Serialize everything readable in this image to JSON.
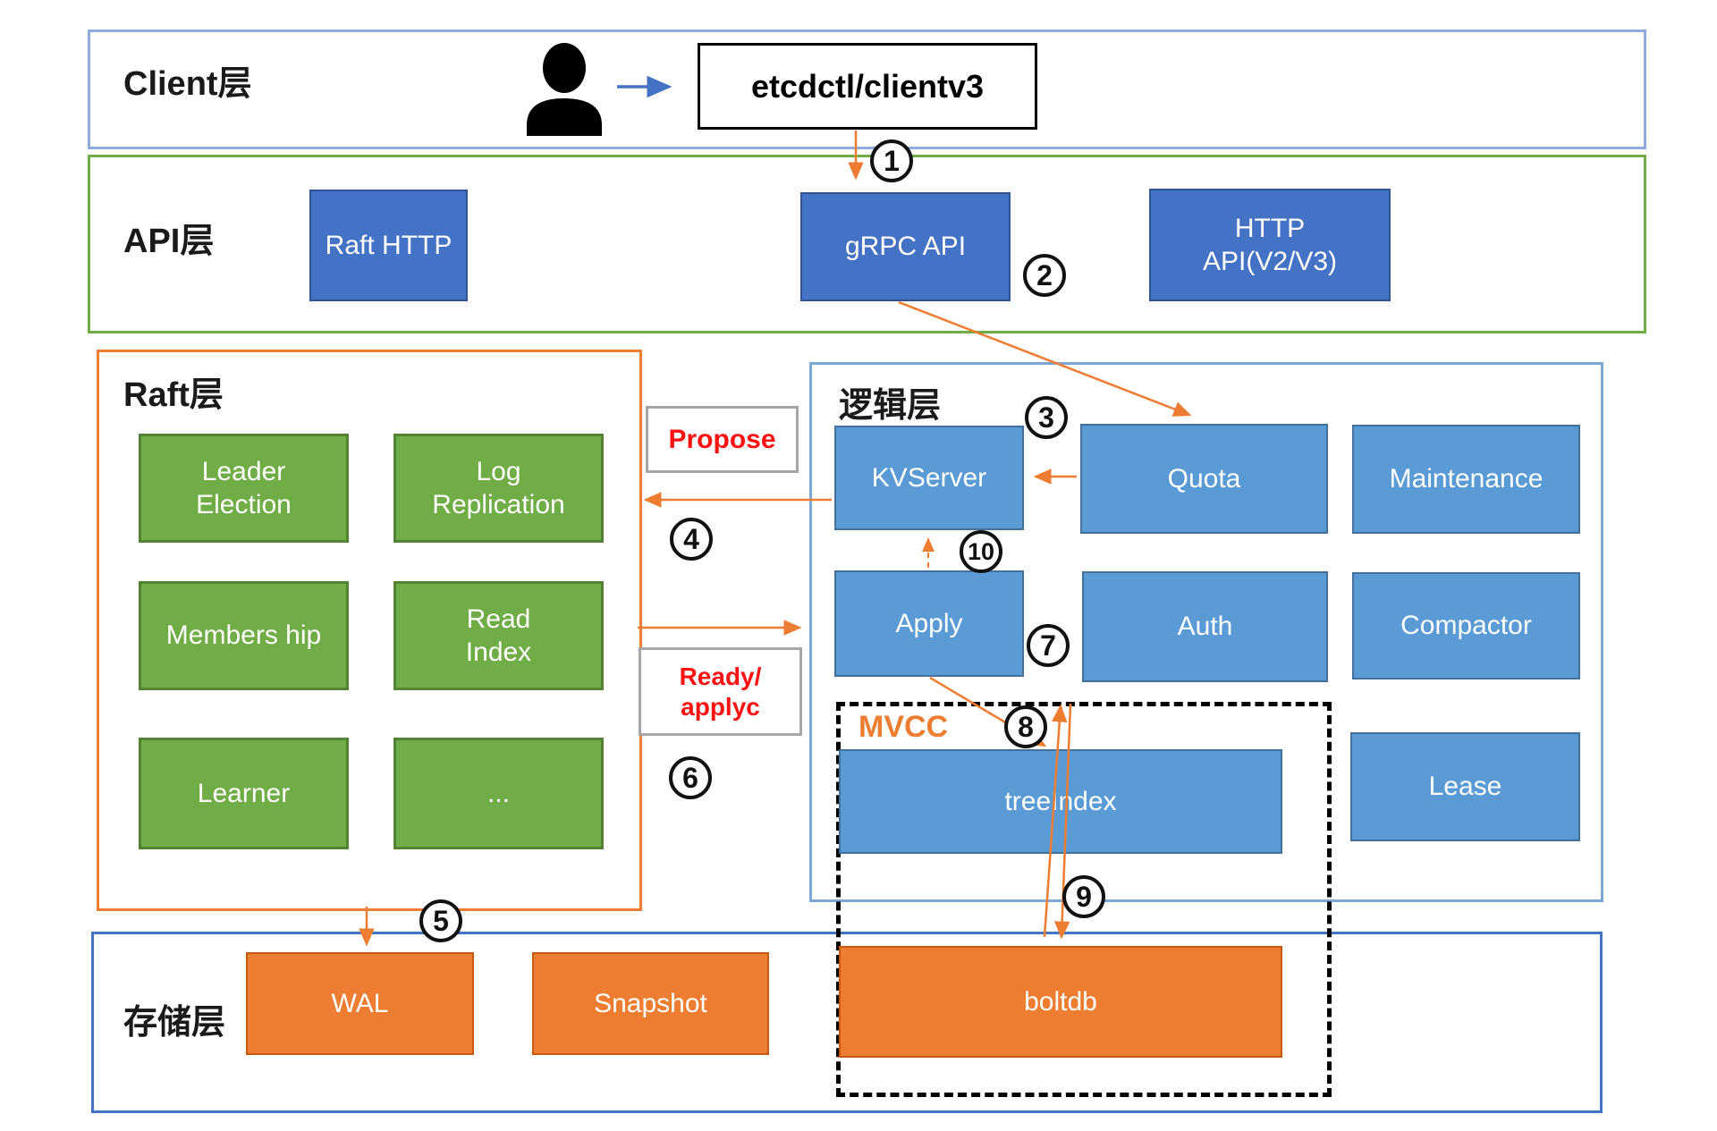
{
  "layers": {
    "client": {
      "label": "Client层",
      "client_box": "etcdctl/clientv3"
    },
    "api": {
      "label": "API层",
      "boxes": [
        {
          "label": "Raft HTTP"
        },
        {
          "label": "gRPC API"
        },
        {
          "label": "HTTP API(V2/V3)"
        }
      ]
    },
    "raft": {
      "label": "Raft层",
      "boxes": [
        {
          "label": "Leader Election"
        },
        {
          "label": "Log Replication"
        },
        {
          "label": "Members hip"
        },
        {
          "label": "Read Index"
        },
        {
          "label": "Learner"
        },
        {
          "label": "..."
        }
      ]
    },
    "logic": {
      "label": "逻辑层",
      "mvcc_label": "MVCC",
      "boxes": [
        {
          "label": "KVServer"
        },
        {
          "label": "Quota"
        },
        {
          "label": "Maintenance"
        },
        {
          "label": "Apply"
        },
        {
          "label": "Auth"
        },
        {
          "label": "Compactor"
        },
        {
          "label": "Lease"
        },
        {
          "label": "treeIndex"
        }
      ]
    },
    "storage": {
      "label": "存储层",
      "boxes": [
        {
          "label": "WAL"
        },
        {
          "label": "Snapshot"
        },
        {
          "label": "boltdb"
        }
      ]
    }
  },
  "edge_labels": {
    "propose": "Propose",
    "ready_line1": "Ready/",
    "ready_line2": "applyc"
  },
  "steps": {
    "s1": "1",
    "s2": "2",
    "s3": "3",
    "s4": "4",
    "s5": "5",
    "s6": "6",
    "s7": "7",
    "s8": "8",
    "s9": "9",
    "s10": "10"
  },
  "colors": {
    "api_blue": "#4472C4",
    "logic_blue": "#5B9BD5",
    "raft_green": "#70AD47",
    "orange": "#ED7D31",
    "red_label": "#FF1111"
  }
}
